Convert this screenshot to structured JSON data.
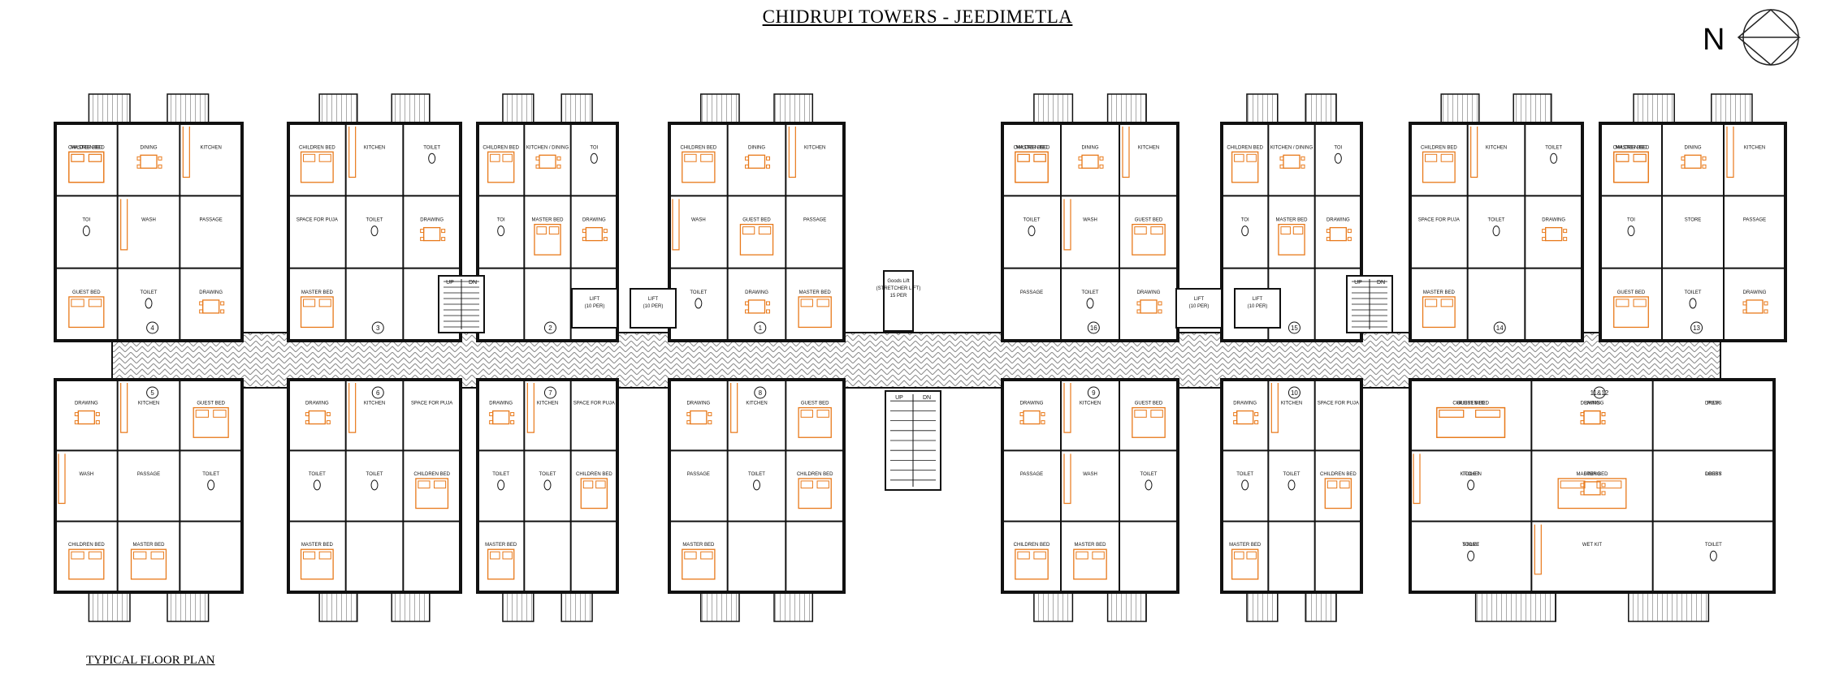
{
  "title": "CHIDRUPI TOWERS - JEEDIMETLA",
  "subtitle": "TYPICAL FLOOR PLAN",
  "north_label": "N",
  "colors": {
    "line": "#111111",
    "furniture": "#e8791a",
    "corridor": "#9a9a9a"
  },
  "flats_top": [
    {
      "no": "4",
      "labels": [
        "CHILDREN BED",
        "DINING",
        "KITCHEN",
        "TOI",
        "WASH",
        "PASSAGE",
        "GUEST BED",
        "TOILET",
        "DRAWING",
        "MASTER BED"
      ]
    },
    {
      "no": "3",
      "labels": [
        "CHILDREN BED",
        "KITCHEN",
        "TOILET",
        "SPACE FOR PUJA",
        "TOILET",
        "DRAWING",
        "MASTER BED"
      ]
    },
    {
      "no": "2",
      "labels": [
        "CHILDREN BED",
        "KITCHEN / DINING",
        "TOI",
        "TOI",
        "MASTER BED",
        "DRAWING"
      ]
    },
    {
      "no": "1",
      "labels": [
        "CHILDREN BED",
        "DINING",
        "KITCHEN",
        "WASH",
        "GUEST BED",
        "PASSAGE",
        "TOILET",
        "DRAWING",
        "MASTER BED"
      ]
    },
    {
      "no": "16",
      "labels": [
        "CHILDREN BED",
        "DINING",
        "KITCHEN",
        "TOILET",
        "WASH",
        "GUEST BED",
        "PASSAGE",
        "TOILET",
        "DRAWING",
        "MASTER BED"
      ]
    },
    {
      "no": "15",
      "labels": [
        "CHILDREN BED",
        "KITCHEN / DINING",
        "TOI",
        "TOI",
        "MASTER BED",
        "DRAWING"
      ]
    },
    {
      "no": "14",
      "labels": [
        "CHILDREN BED",
        "KITCHEN",
        "TOILET",
        "SPACE FOR PUJA",
        "TOILET",
        "DRAWING",
        "MASTER BED"
      ]
    },
    {
      "no": "13",
      "labels": [
        "CHILDREN BED",
        "DINING",
        "KITCHEN",
        "TOI",
        "STORE",
        "PASSAGE",
        "GUEST BED",
        "TOILET",
        "DRAWING",
        "MASTER BED"
      ]
    }
  ],
  "flats_bottom": [
    {
      "no": "5",
      "labels": [
        "DRAWING",
        "KITCHEN",
        "GUEST BED",
        "WASH",
        "PASSAGE",
        "TOILET",
        "CHILDREN BED",
        "MASTER BED"
      ]
    },
    {
      "no": "6",
      "labels": [
        "DRAWING",
        "KITCHEN",
        "SPACE FOR PUJA",
        "TOILET",
        "TOILET",
        "CHILDREN BED",
        "MASTER BED"
      ]
    },
    {
      "no": "7",
      "labels": [
        "DRAWING",
        "KITCHEN",
        "SPACE FOR PUJA",
        "TOILET",
        "TOILET",
        "CHILDREN BED",
        "MASTER BED"
      ]
    },
    {
      "no": "8",
      "labels": [
        "DRAWING",
        "KITCHEN",
        "GUEST BED",
        "PASSAGE",
        "TOILET",
        "CHILDREN BED",
        "MASTER BED"
      ]
    },
    {
      "no": "9",
      "labels": [
        "DRAWING",
        "KITCHEN",
        "GUEST BED",
        "PASSAGE",
        "WASH",
        "TOILET",
        "CHILDREN BED",
        "MASTER BED"
      ]
    },
    {
      "no": "10",
      "labels": [
        "DRAWING",
        "KITCHEN",
        "SPACE FOR PUJA",
        "TOILET",
        "TOILET",
        "CHILDREN BED",
        "MASTER BED"
      ]
    },
    {
      "no": "11&12",
      "labels": [
        "GUEST BED",
        "DRAWING",
        "PUJA",
        "KITCHEN",
        "DINING",
        "LOBBY",
        "STORE",
        "WET KIT",
        "TOILET",
        "CHILDREN BED",
        "LIVING",
        "DRESS",
        "TOILET",
        "MASTER BED",
        "DRESS",
        "TOILET"
      ]
    }
  ],
  "core_top": [
    {
      "kind": "lift",
      "labels": [
        "LIFT",
        "(10 PER)"
      ]
    },
    {
      "kind": "lift",
      "labels": [
        "LIFT",
        "(10 PER)"
      ]
    },
    {
      "kind": "lift",
      "labels": [
        "Goods Lift",
        "(STRETCHER LIFT)",
        "15 PER"
      ]
    },
    {
      "kind": "lift",
      "labels": [
        "LIFT",
        "(10 PER)"
      ]
    },
    {
      "kind": "lift",
      "labels": [
        "LIFT",
        "(10 PER)"
      ]
    }
  ],
  "stair_labels": {
    "up": "UP",
    "dn": "DN"
  }
}
